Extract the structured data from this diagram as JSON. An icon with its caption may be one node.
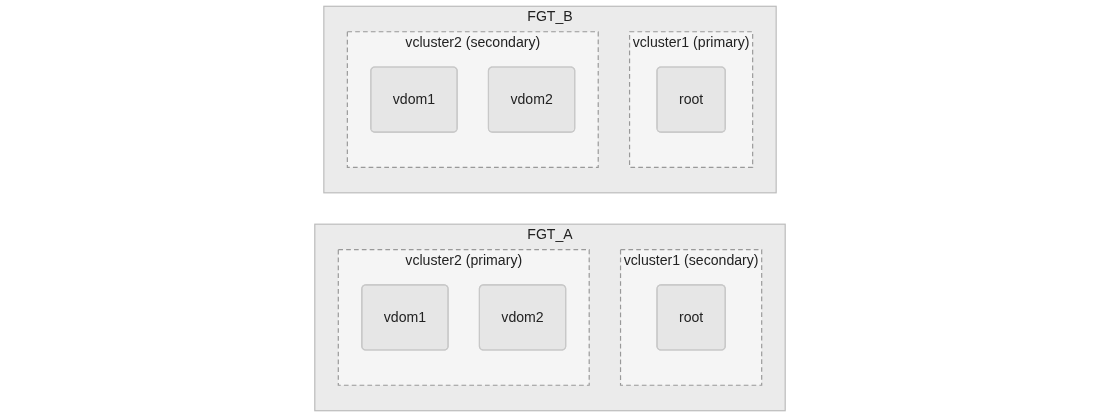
{
  "diagram": {
    "nodes": [
      {
        "text": [
          "FGT_A"
        ]
      },
      {
        "text": [
          "vcluster1 (secondary)"
        ],
        "in": 0
      },
      {
        "text": [
          "root"
        ],
        "in": 1
      },
      {
        "text": [
          "vcluster2 (primary)"
        ],
        "in": 0
      },
      {
        "text": [
          "vdom1"
        ],
        "in": 3
      },
      {
        "text": [
          "vdom2"
        ],
        "in": 3
      },
      {
        "text": [
          "FGT_B"
        ]
      },
      {
        "text": [
          "vcluster1 (primary)"
        ],
        "in": 6
      },
      {
        "text": [
          "root"
        ],
        "in": 7
      },
      {
        "text": [
          "vcluster2 (secondary)"
        ],
        "in": 6
      },
      {
        "text": [
          "vdom1"
        ],
        "in": 9
      },
      {
        "text": [
          "vdom2"
        ],
        "in": 9
      }
    ]
  }
}
